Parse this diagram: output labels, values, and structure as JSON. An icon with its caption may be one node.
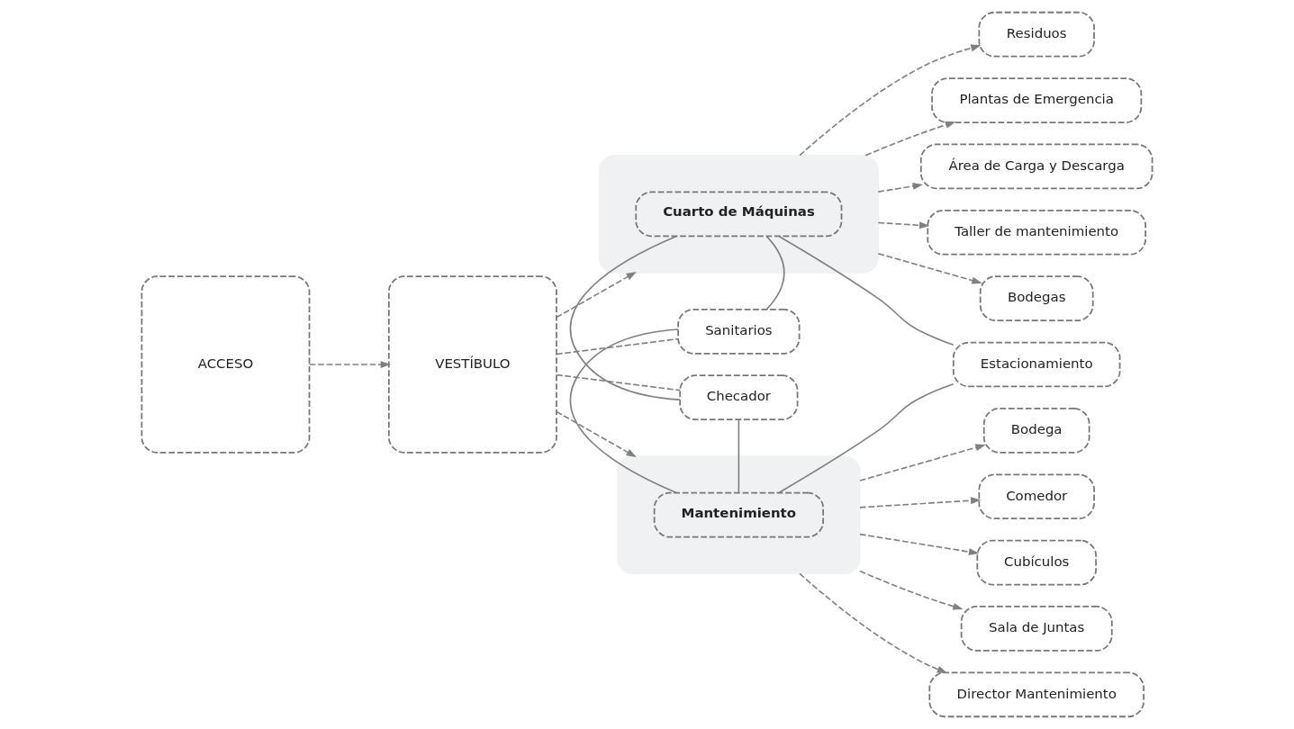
{
  "diagram": {
    "nodes": [
      {
        "text": [
          "ACCESO"
        ]
      },
      {
        "text": [
          "VESTÍBULO"
        ]
      },
      {
        "text": [],
        "shape": "box"
      },
      {
        "text": [
          "Cuarto de Máquinas"
        ],
        "in": 2
      },
      {
        "text": [
          "Sanitarios"
        ]
      },
      {
        "text": [
          "Checador"
        ]
      },
      {
        "text": [],
        "shape": "box"
      },
      {
        "text": [
          "Mantenimiento"
        ],
        "in": 6
      },
      {
        "text": [
          "Residuos"
        ]
      },
      {
        "text": [
          "Plantas de Emergencia"
        ]
      },
      {
        "text": [
          "Área de Carga y Descarga"
        ]
      },
      {
        "text": [
          "Taller de mantenimiento"
        ]
      },
      {
        "text": [
          "Bodegas"
        ]
      },
      {
        "text": [
          "Estacionamiento"
        ]
      },
      {
        "text": [
          "Bodega"
        ]
      },
      {
        "text": [
          "Comedor"
        ]
      },
      {
        "text": [
          "Cubículos"
        ]
      },
      {
        "text": [
          "Sala de Juntas"
        ]
      },
      {
        "text": [
          "Director Mantenimiento"
        ]
      }
    ],
    "edges": [
      {
        "from": 0,
        "to": 1,
        "arrow": "to",
        "style": "dashed"
      },
      {
        "from": 1,
        "to": 2,
        "arrow": "to",
        "style": "dashed"
      },
      {
        "from": 1,
        "to": 4,
        "arrow": "none",
        "style": "dashed"
      },
      {
        "from": 1,
        "to": 5,
        "arrow": "none",
        "style": "dashed"
      },
      {
        "from": 1,
        "to": 6,
        "arrow": "to",
        "style": "dashed"
      },
      {
        "from": 2,
        "to": 8,
        "arrow": "to",
        "style": "dashed"
      },
      {
        "from": 2,
        "to": 9,
        "arrow": "to",
        "style": "dashed"
      },
      {
        "from": 2,
        "to": 10,
        "arrow": "to",
        "style": "dashed"
      },
      {
        "from": 2,
        "to": 11,
        "arrow": "to",
        "style": "dashed"
      },
      {
        "from": 2,
        "to": 12,
        "arrow": "to",
        "style": "dashed"
      },
      {
        "from": 3,
        "to": 4,
        "arrow": "none"
      },
      {
        "from": 3,
        "to": 5,
        "arrow": "none"
      },
      {
        "from": 3,
        "to": 13,
        "arrow": "none"
      },
      {
        "from": 7,
        "to": 4,
        "arrow": "none"
      },
      {
        "from": 7,
        "to": 5,
        "arrow": "none"
      },
      {
        "from": 7,
        "to": 13,
        "arrow": "none"
      },
      {
        "from": 6,
        "to": 14,
        "arrow": "to",
        "style": "dashed"
      },
      {
        "from": 6,
        "to": 15,
        "arrow": "to",
        "style": "dashed"
      },
      {
        "from": 6,
        "to": 16,
        "arrow": "to",
        "style": "dashed"
      },
      {
        "from": 6,
        "to": 17,
        "arrow": "to",
        "style": "dashed"
      },
      {
        "from": 6,
        "to": 18,
        "arrow": "to",
        "style": "dashed"
      }
    ]
  }
}
